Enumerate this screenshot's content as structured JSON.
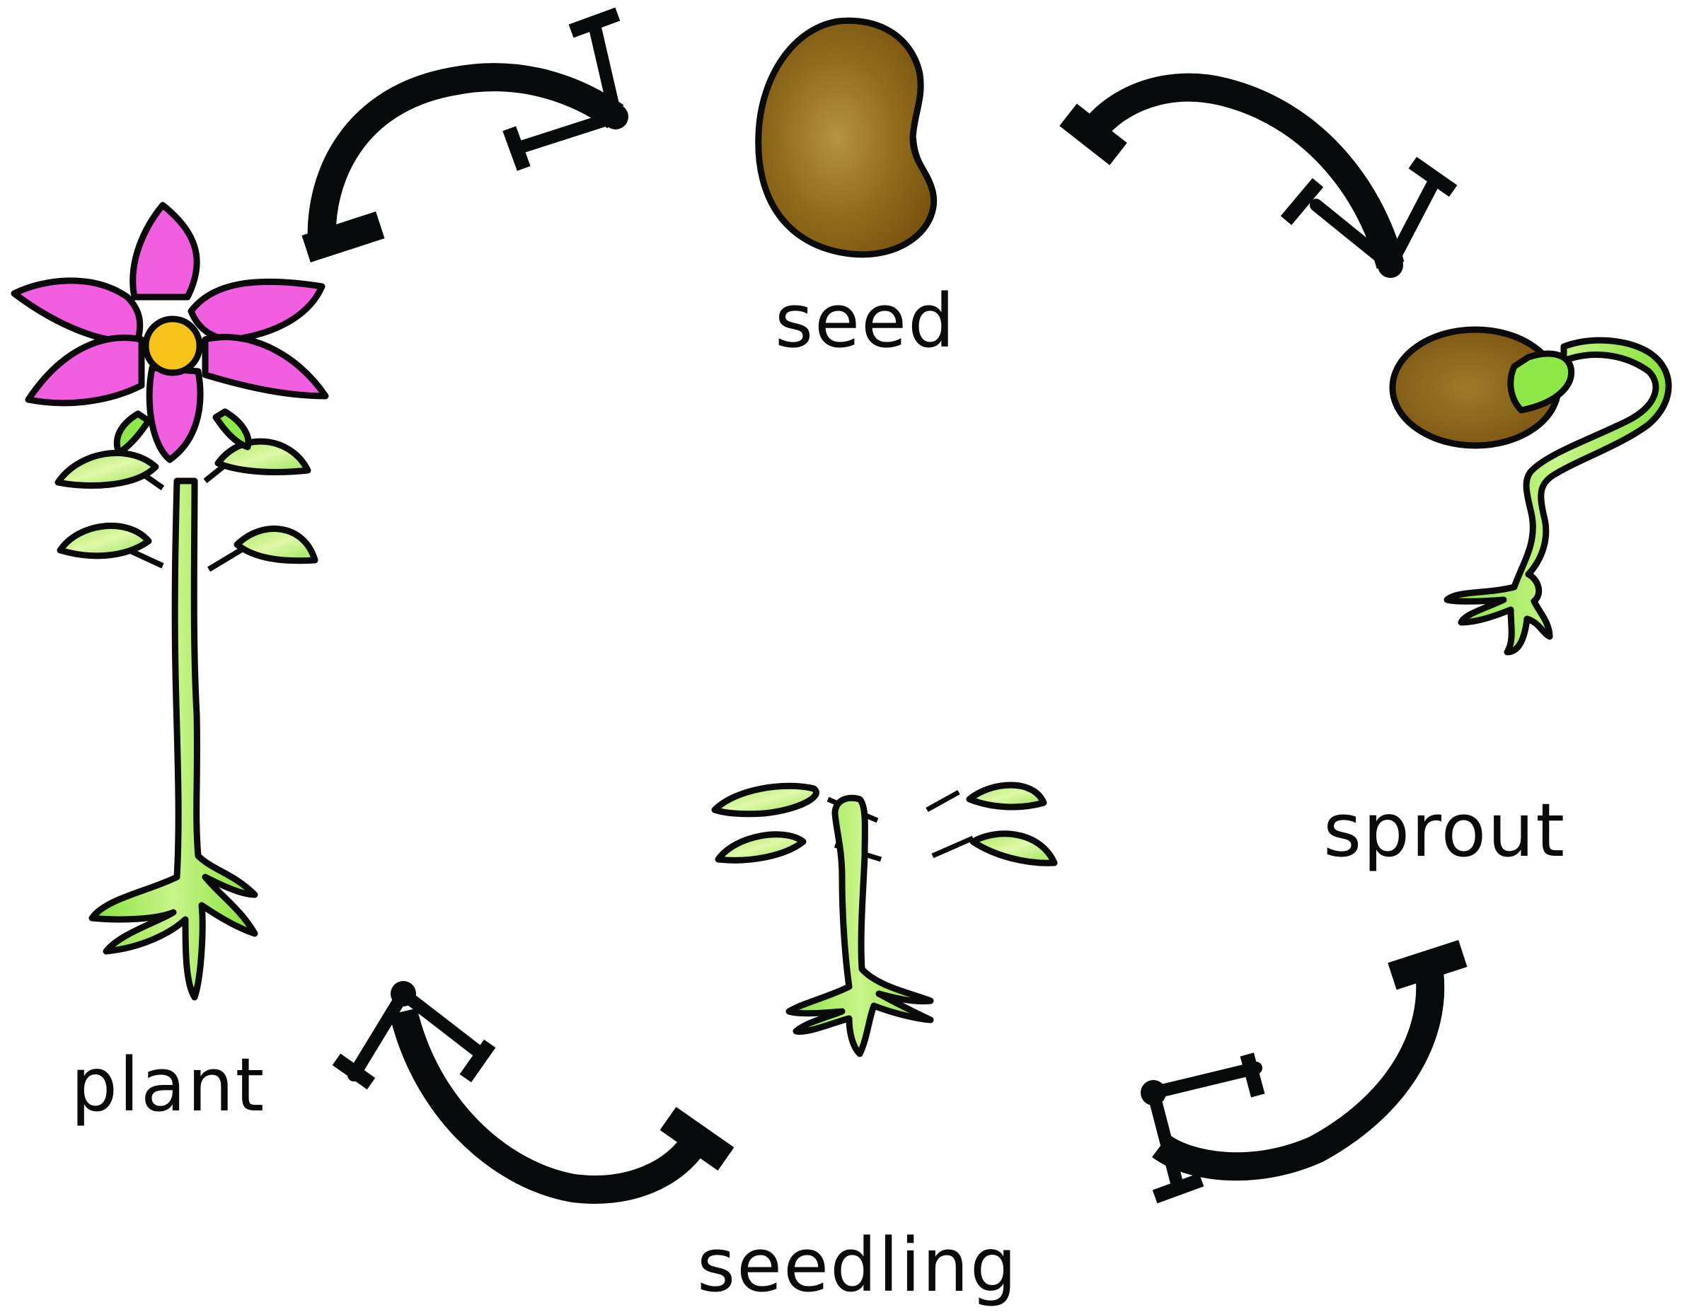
{
  "diagram": {
    "type": "cycle",
    "direction": "clockwise",
    "stages": [
      {
        "id": "seed",
        "label": "seed",
        "icon": "seed-icon"
      },
      {
        "id": "sprout",
        "label": "sprout",
        "icon": "sprout-icon"
      },
      {
        "id": "seedling",
        "label": "seedling",
        "icon": "seedling-icon"
      },
      {
        "id": "plant",
        "label": "plant",
        "icon": "flowering-plant-icon"
      }
    ],
    "edges": [
      {
        "from": "plant",
        "to": "seed"
      },
      {
        "from": "seed",
        "to": "sprout"
      },
      {
        "from": "sprout",
        "to": "seedling"
      },
      {
        "from": "seedling",
        "to": "plant"
      }
    ]
  },
  "colors": {
    "seed_brown": "#8a6018",
    "seed_highlight": "#b08a3a",
    "leaf_green": "#9be35a",
    "leaf_light": "#d8f7a0",
    "stem_green": "#8fe84a",
    "petal_pink": "#f25ee0",
    "flower_center": "#f7c21a",
    "arrow_black": "#070a0a",
    "background": "#ffffff"
  }
}
